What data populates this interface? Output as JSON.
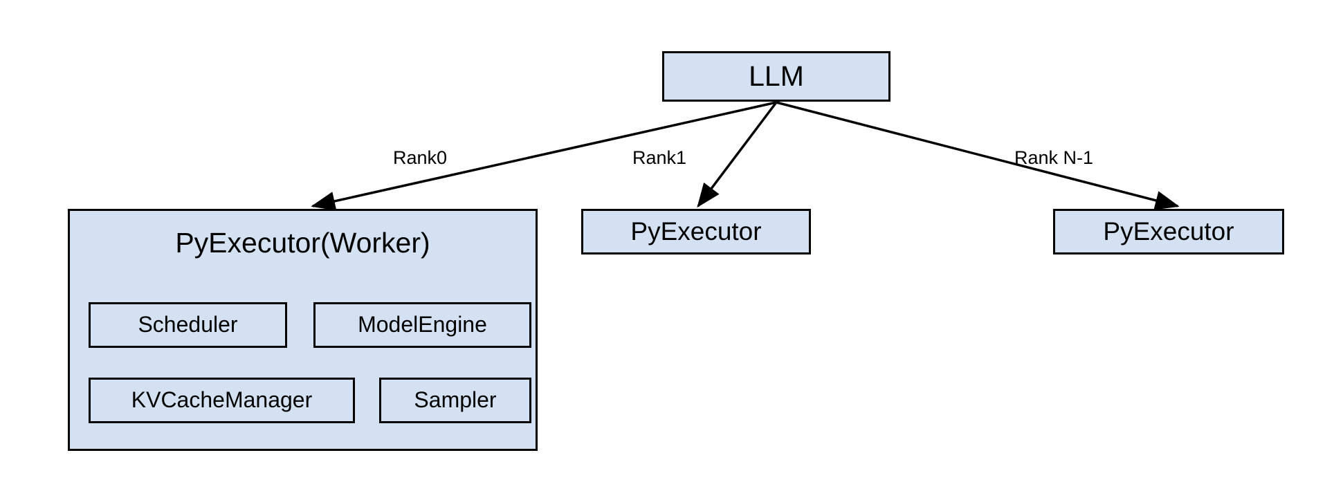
{
  "diagram": {
    "title": "LLM multi-rank PyExecutor architecture",
    "background_color": "#ffffff",
    "node_fill_color": "#d4e1f2",
    "node_border_color": "#000000",
    "edge_color": "#000000"
  },
  "nodes": {
    "llm": {
      "label": "LLM"
    },
    "worker": {
      "label": "PyExecutor(Worker)",
      "components": [
        {
          "label": "Scheduler"
        },
        {
          "label": "ModelEngine"
        },
        {
          "label": "KVCacheManager"
        },
        {
          "label": "Sampler"
        }
      ]
    },
    "pyexecutor_rank1": {
      "label": "PyExecutor"
    },
    "pyexecutor_rankn": {
      "label": "PyExecutor"
    }
  },
  "edges": [
    {
      "from": "llm",
      "to": "worker",
      "label": "Rank0"
    },
    {
      "from": "llm",
      "to": "pyexecutor_rank1",
      "label": "Rank1"
    },
    {
      "from": "llm",
      "to": "pyexecutor_rankn",
      "label": "Rank N-1"
    }
  ]
}
